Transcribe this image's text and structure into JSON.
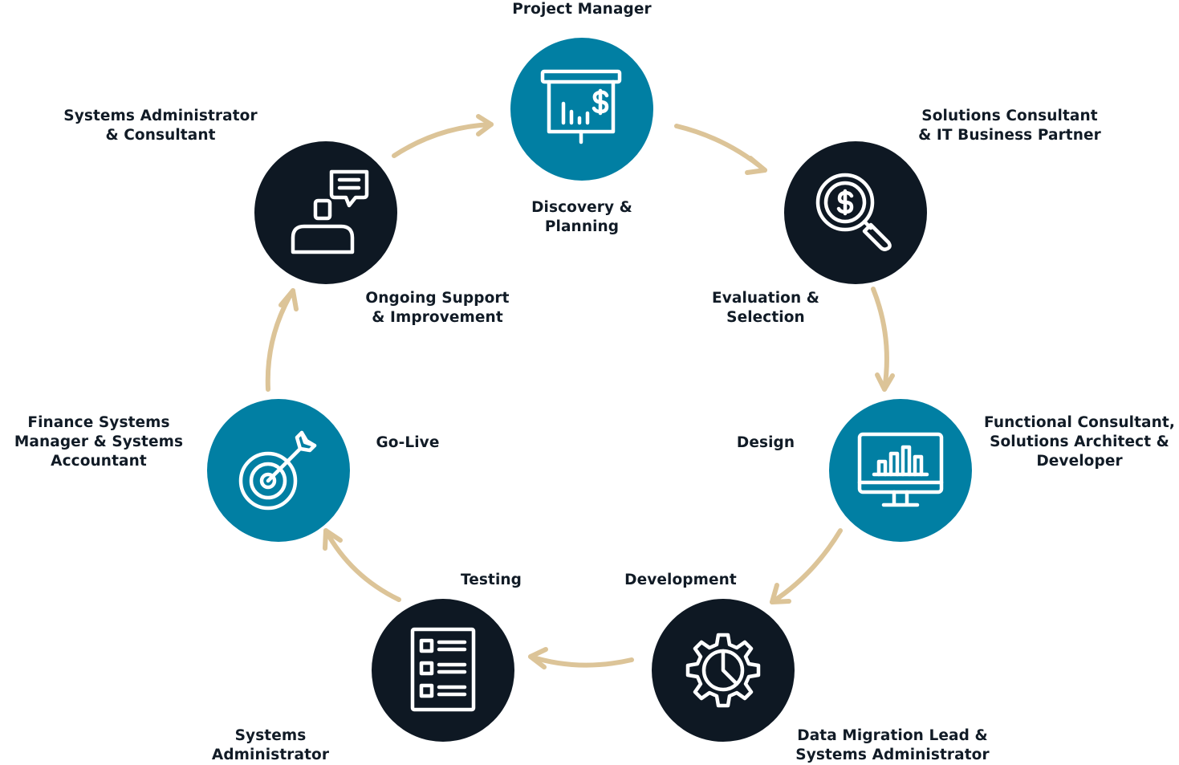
{
  "colors": {
    "dark": "#0e1823",
    "blue": "#017fa3",
    "arrow": "#dcc498",
    "icon_stroke": "#ffffff",
    "text": "#111b26"
  },
  "stages": [
    {
      "phase": "Discovery &\nPlanning",
      "role": "Project Manager",
      "icon": "presentation-chart-icon"
    },
    {
      "phase": "Evaluation &\nSelection",
      "role": "Solutions Consultant\n& IT Business Partner",
      "icon": "magnifier-dollar-icon"
    },
    {
      "phase": "Design",
      "role": "Functional Consultant,\nSolutions Architect &\nDeveloper",
      "icon": "monitor-chart-icon"
    },
    {
      "phase": "Development",
      "role": "Data Migration Lead &\nSystems Administrator",
      "icon": "gear-pie-icon"
    },
    {
      "phase": "Testing",
      "role": "Systems\nAdministrator",
      "icon": "checklist-icon"
    },
    {
      "phase": "Go-Live",
      "role": "Finance Systems\nManager & Systems\nAccountant",
      "icon": "target-arrow-icon"
    },
    {
      "phase": "Ongoing Support\n& Improvement",
      "role": "Systems Administrator\n& Consultant",
      "icon": "user-chat-icon"
    }
  ]
}
